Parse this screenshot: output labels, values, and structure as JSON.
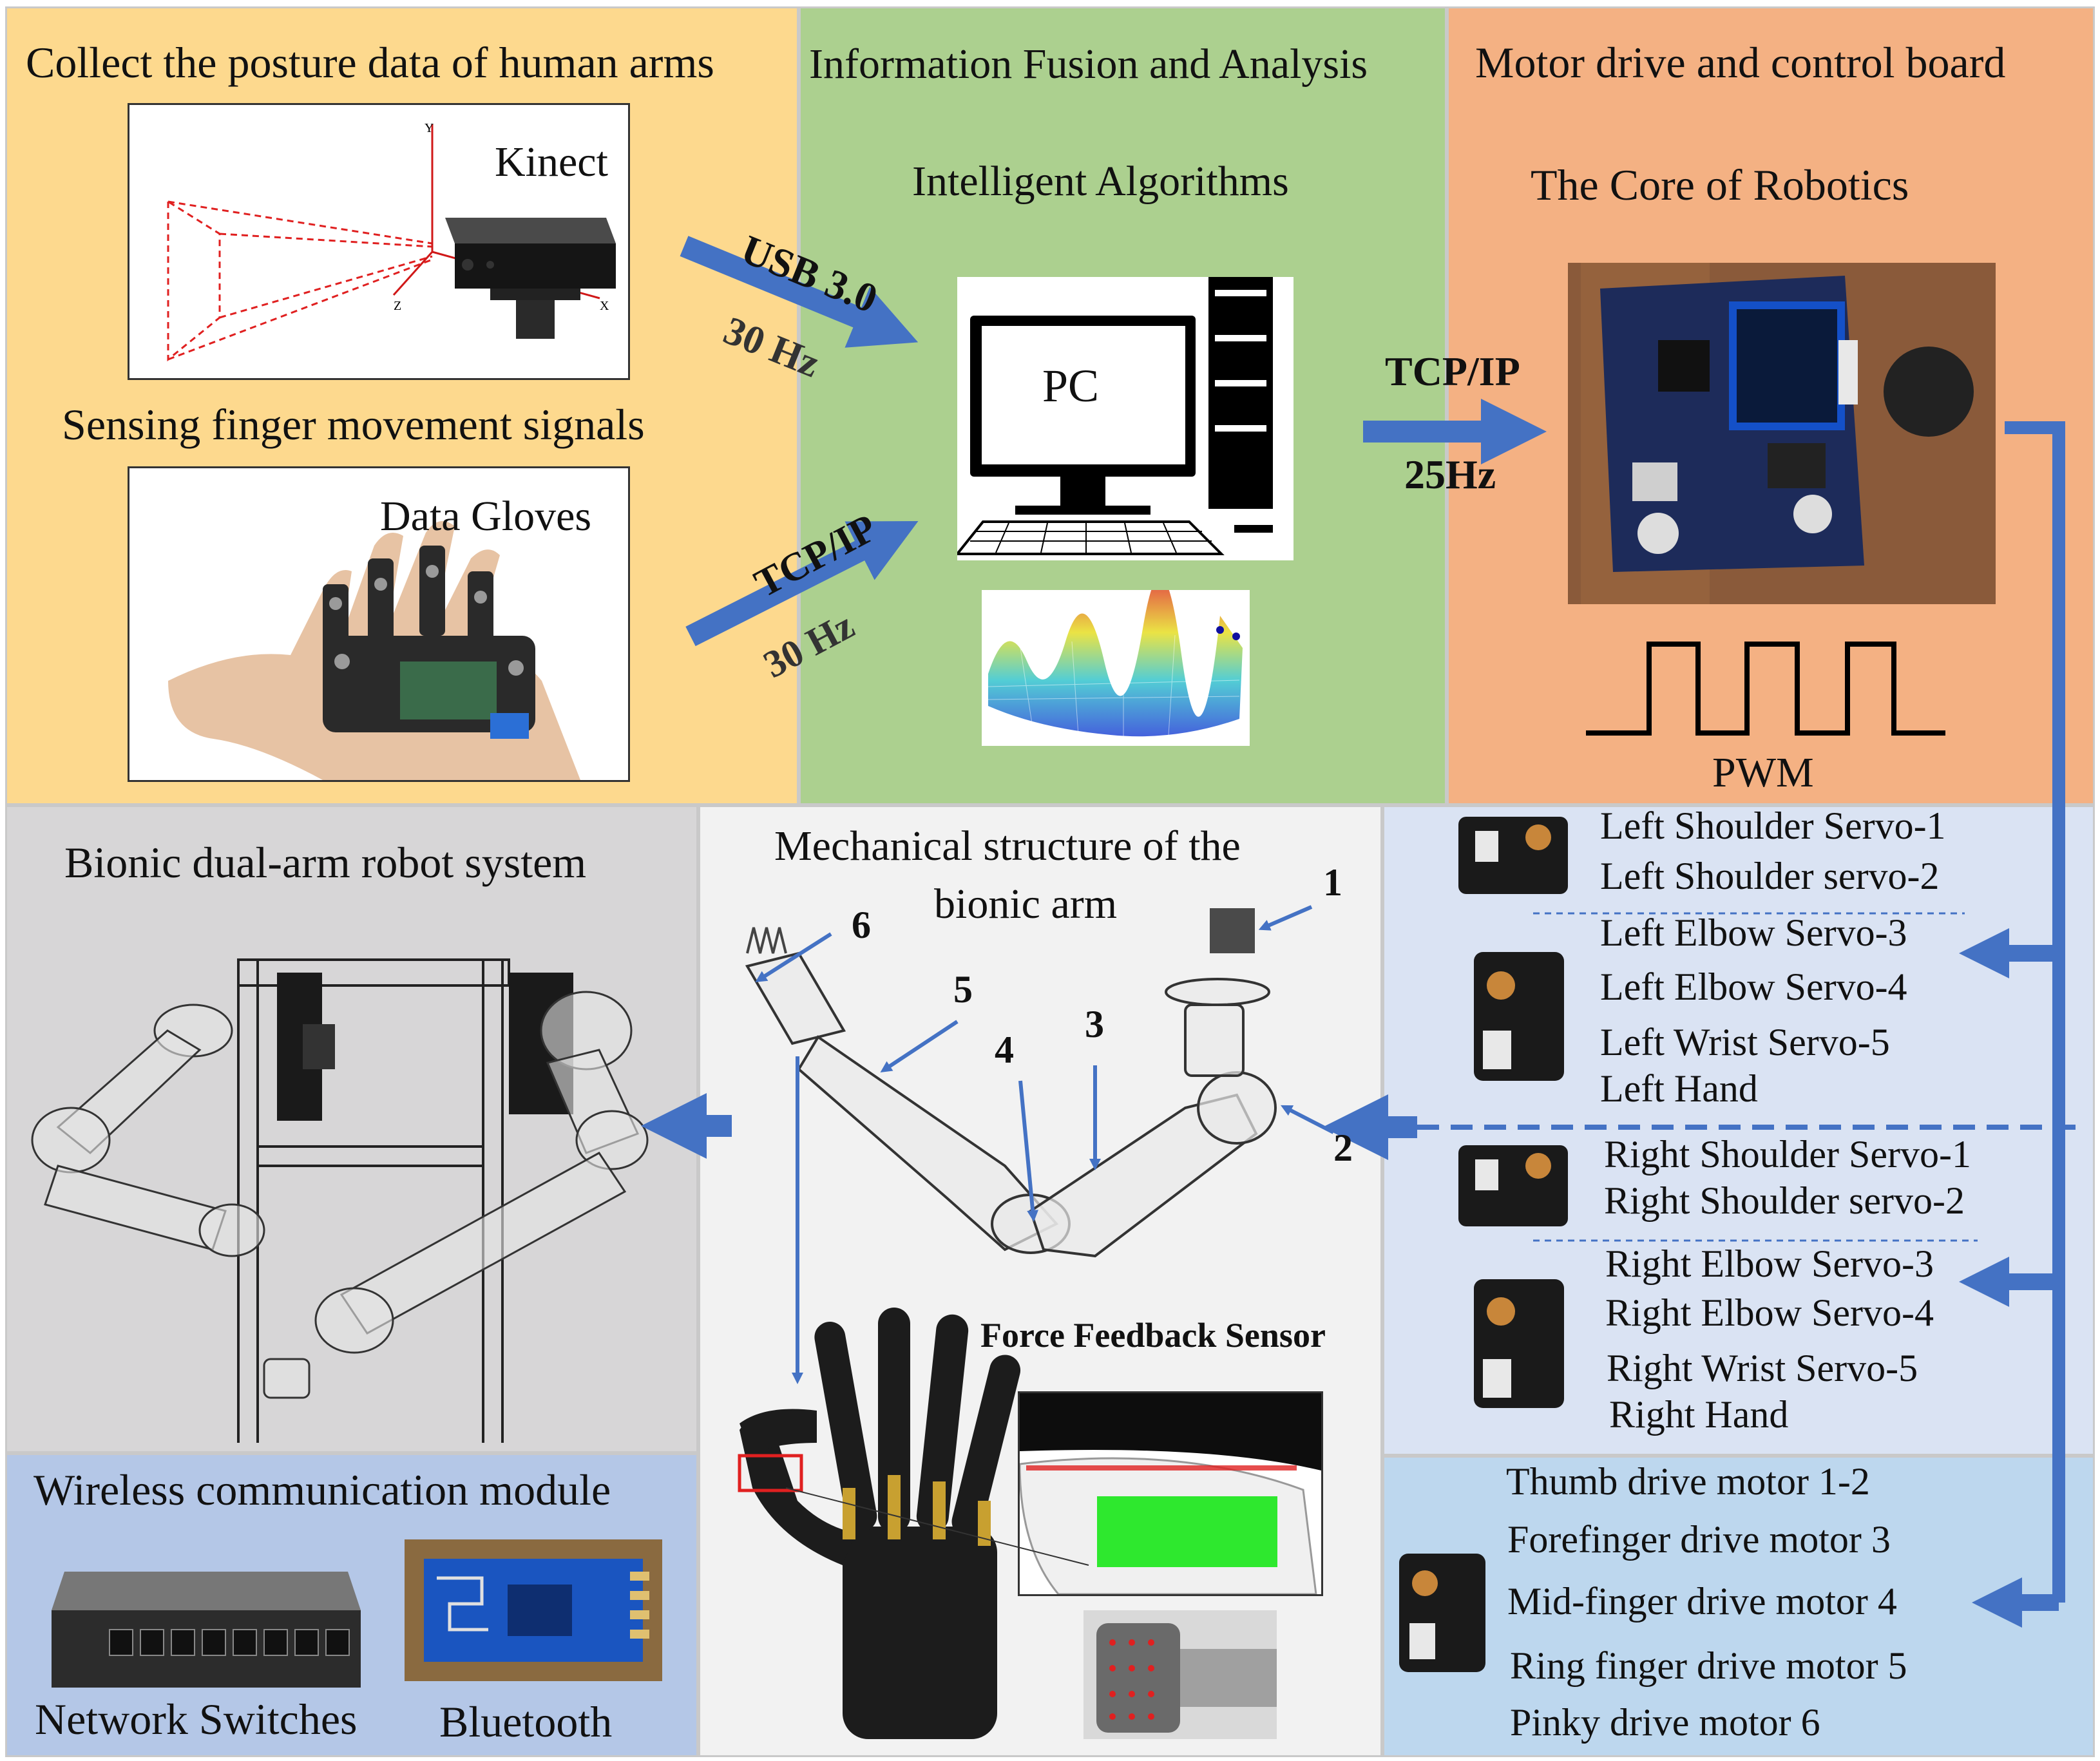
{
  "panels": {
    "collect": {
      "title": "Collect the posture data of human arms",
      "kinect_label": "Kinect",
      "sensing_title": "Sensing finger movement signals",
      "gloves_label": "Data Gloves",
      "bg": "#fdd98e"
    },
    "fusion": {
      "title": "Information Fusion and Analysis",
      "subtitle": "Intelligent Algorithms",
      "pc_label": "PC",
      "bg": "#acd08f"
    },
    "motor": {
      "title": "Motor drive and control board",
      "subtitle": "The Core of Robotics",
      "pwm_label": "PWM",
      "bg": "#f4b183"
    },
    "bionic_system": {
      "title": "Bionic dual-arm robot system",
      "bg": "#d7d6d7"
    },
    "mechanical": {
      "title_line1": "Mechanical structure of the",
      "title_line2": "bionic arm",
      "callouts": [
        "1",
        "2",
        "3",
        "4",
        "5",
        "6"
      ],
      "force_sensor_label": "Force Feedback Sensor",
      "bg": "#f2f2f2"
    },
    "servos": {
      "left_shoulder": [
        "Left Shoulder Servo-1",
        "Left Shoulder servo-2"
      ],
      "left_arm": [
        "Left Elbow Servo-3",
        "Left Elbow Servo-4",
        "Left Wrist Servo-5",
        "Left Hand"
      ],
      "right_shoulder": [
        "Right Shoulder Servo-1",
        "Right Shoulder servo-2"
      ],
      "right_arm": [
        "Right Elbow Servo-3",
        "Right Elbow Servo-4",
        "Right Wrist Servo-5",
        "Right Hand"
      ],
      "bg": "#dae3f3"
    },
    "motors": {
      "items": [
        "Thumb drive motor 1-2",
        "Forefinger drive motor 3",
        "Mid-finger drive motor 4",
        "Ring finger drive motor 5",
        "Pinky drive motor 6"
      ],
      "bg": "#bdd7ee"
    },
    "wireless": {
      "title": "Wireless communication module",
      "switch_label": "Network Switches",
      "bluetooth_label": "Bluetooth",
      "bg": "#b4c7e7"
    }
  },
  "links": {
    "usb_label": "USB 3.0",
    "usb_rate": "30 Hz",
    "glove_label": "TCP/IP",
    "glove_rate": "30 Hz",
    "board_label": "TCP/IP",
    "board_rate": "25Hz"
  },
  "colors": {
    "arrow": "#4472c4",
    "wire": "#222222",
    "sensor_green": "#2ee82e",
    "trace_red": "#e02020"
  }
}
